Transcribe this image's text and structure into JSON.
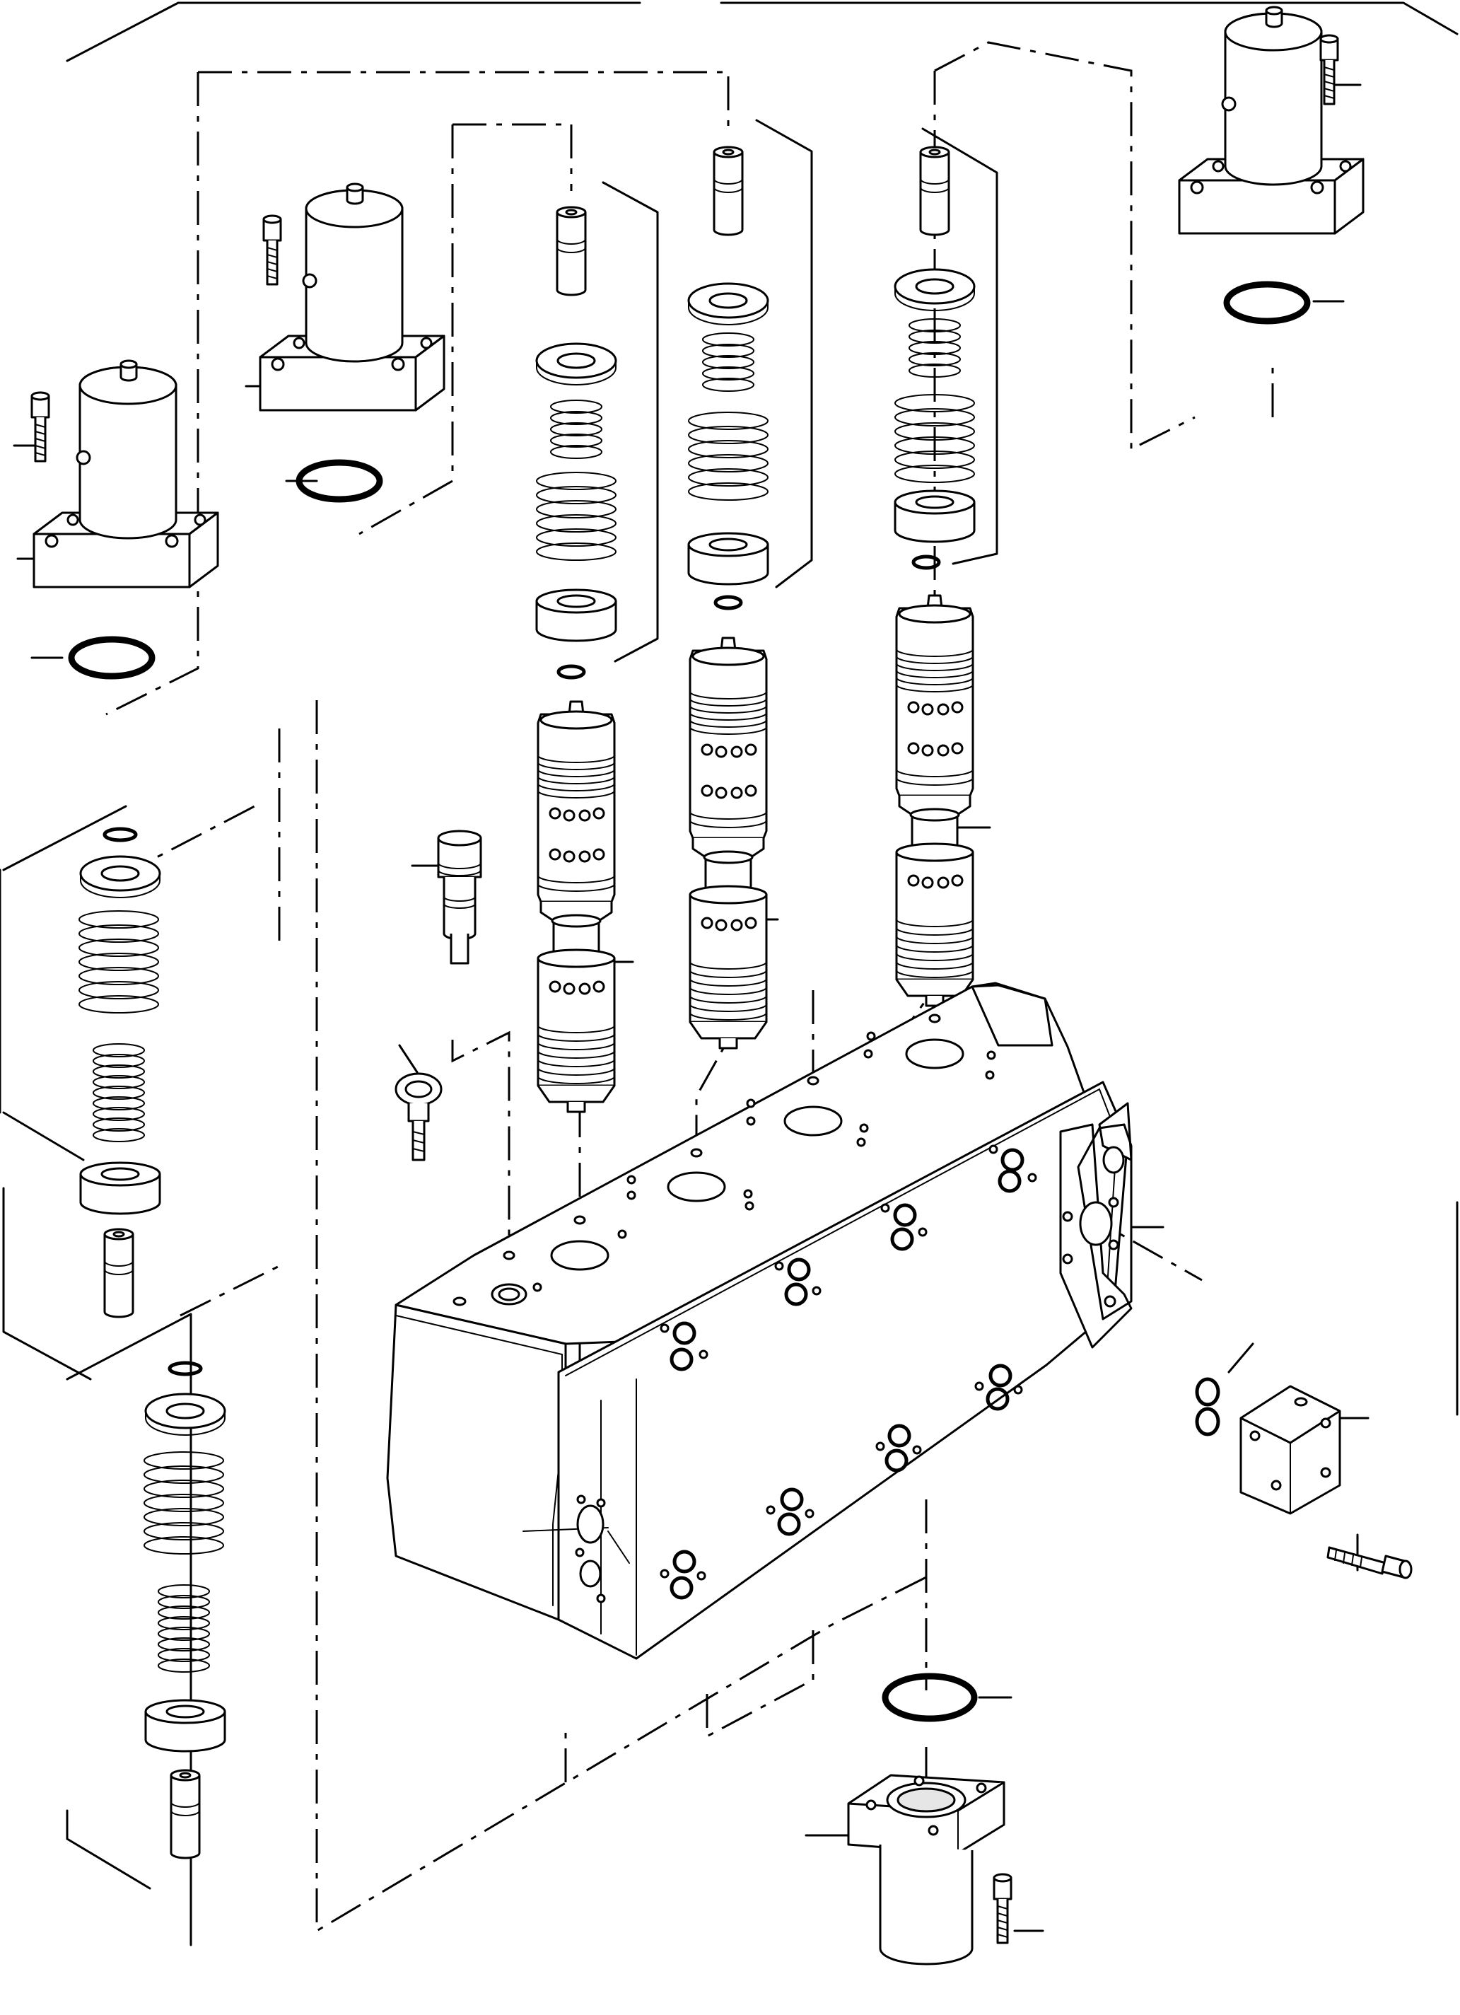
{
  "page": {
    "background": "#ffffff",
    "line_color": "#000000"
  },
  "diagram": {
    "type": "exploded-view",
    "components": [
      "solenoid-left",
      "solenoid-mid",
      "solenoid-right",
      "spool-assembly-1",
      "spool-assembly-2",
      "spool-assembly-3",
      "spring-stack-upper",
      "spring-stack-lower",
      "check-valve-plug",
      "eyebolt",
      "valve-body",
      "side-cover-block",
      "cover-bolt",
      "bottom-cap",
      "bottom-cap-bolt",
      "bottom-o-ring"
    ]
  }
}
